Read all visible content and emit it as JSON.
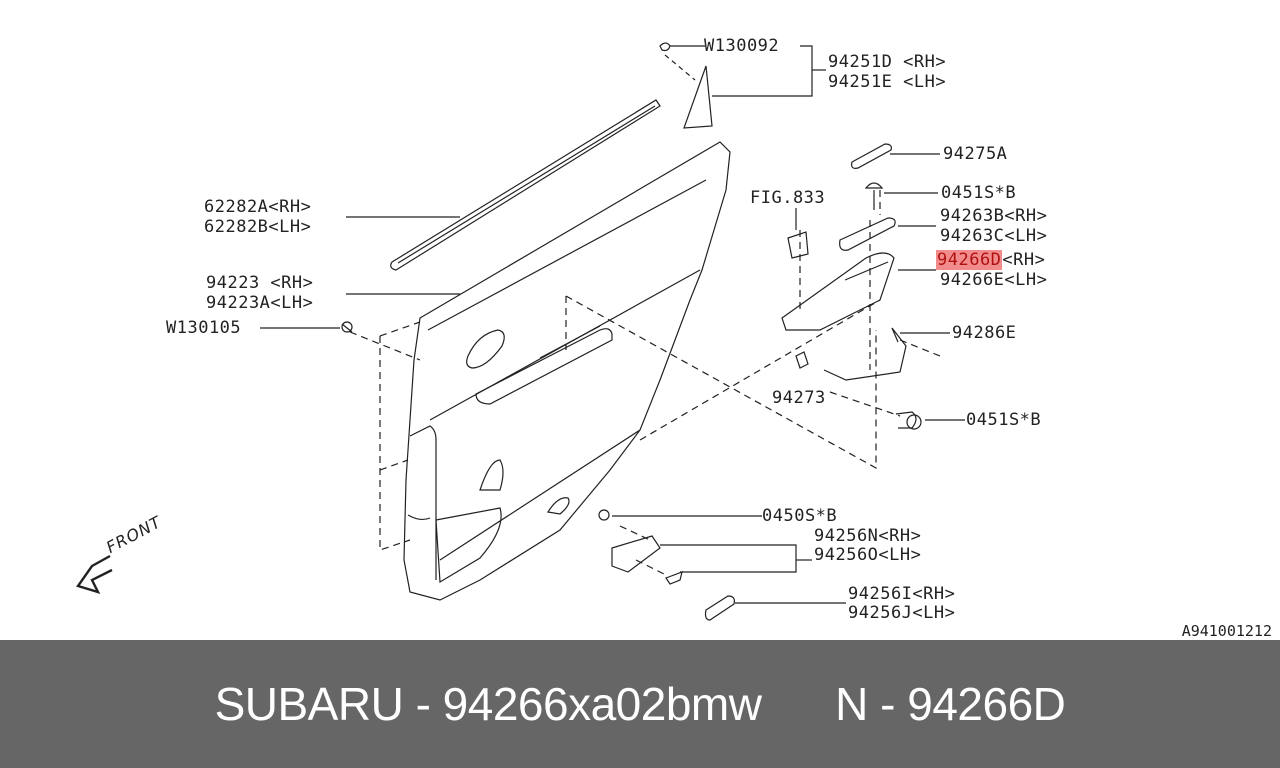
{
  "diagram": {
    "reference_code": "A941001212",
    "front_label": "FRONT",
    "callouts": [
      {
        "id": "w130092",
        "lines": [
          "W130092"
        ]
      },
      {
        "id": "94251",
        "lines": [
          "94251D <RH>",
          "94251E <LH>"
        ]
      },
      {
        "id": "94275a",
        "lines": [
          "94275A"
        ]
      },
      {
        "id": "0451s-b-top",
        "lines": [
          "0451S*B"
        ]
      },
      {
        "id": "fig833",
        "lines": [
          "FIG.833"
        ]
      },
      {
        "id": "94263",
        "lines": [
          "94263B<RH>",
          "94263C<LH>"
        ]
      },
      {
        "id": "94266",
        "lines": [
          "94266D",
          "94266E<LH>"
        ],
        "highlight_suffix": "<RH>",
        "highlighted": "94266D"
      },
      {
        "id": "62282",
        "lines": [
          "62282A<RH>",
          "62282B<LH>"
        ]
      },
      {
        "id": "94223",
        "lines": [
          "94223 <RH>",
          "94223A<LH>"
        ]
      },
      {
        "id": "w130105",
        "lines": [
          "W130105"
        ]
      },
      {
        "id": "94286e",
        "lines": [
          "94286E"
        ]
      },
      {
        "id": "94273",
        "lines": [
          "94273"
        ]
      },
      {
        "id": "0451s-b-bottom",
        "lines": [
          "0451S*B"
        ]
      },
      {
        "id": "0450s-b",
        "lines": [
          "0450S*B"
        ]
      },
      {
        "id": "94256no",
        "lines": [
          "94256N<RH>",
          "94256O<LH>"
        ]
      },
      {
        "id": "94256ij",
        "lines": [
          "94256I<RH>",
          "94256J<LH>"
        ]
      }
    ],
    "highlight_color": "#f28b8b"
  },
  "footer": {
    "text": "SUBARU - 94266xa02bmw      N - 94266D",
    "background": "#666666"
  }
}
